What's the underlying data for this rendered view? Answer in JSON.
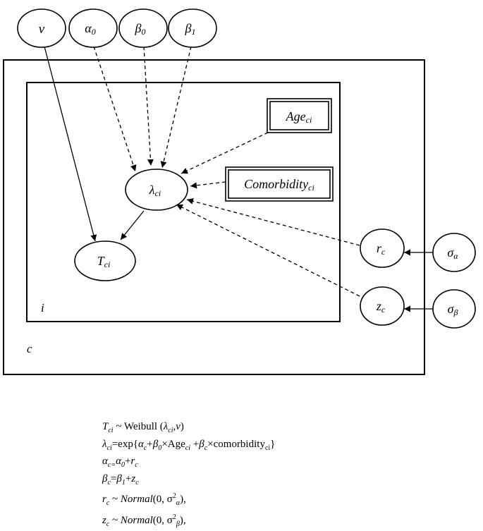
{
  "nodes": {
    "nu": "ν",
    "alpha0": "α",
    "alpha0_sub": "0",
    "beta0": "β",
    "beta0_sub": "0",
    "beta1": "β",
    "beta1_sub": "1",
    "lambda": "λ",
    "lambda_sub": "ci",
    "T": "T",
    "T_sub": "ci",
    "age": "Age",
    "age_sub": "ci",
    "comorbidity": "Comorbidity",
    "comorbidity_sub": "ci",
    "r": "r",
    "r_sub": "c",
    "z": "z",
    "z_sub": "c",
    "sigma_alpha": "σ",
    "sigma_alpha_sub": "α",
    "sigma_beta": "σ",
    "sigma_beta_sub": "β"
  },
  "plates": {
    "inner": "i",
    "outer": "c"
  },
  "equations": {
    "eq1": {
      "a": "T",
      "a_sub": "ci",
      "b": " ~ Weibull (",
      "c": "λ",
      "c_sub": "ci",
      "d": ",",
      "e": "v",
      "f": ")"
    },
    "eq2": {
      "a": "λ",
      "a_sub": "ci",
      "b": "=exp{",
      "c": "α",
      "c_sub": "c",
      "d": "+",
      "e": "β",
      "e_sub": "0",
      "f": "×Age",
      "f_sub": "ci",
      "g": " +",
      "h": "β",
      "h_sub": "c",
      "i": "×comorbidity",
      "i_sub": "ci",
      "j": "}"
    },
    "eq3": {
      "a": "α",
      "a_sub": "c=",
      "b": "α",
      "b_sub": "0",
      "c": "+",
      "d": "r",
      "d_sub": "c"
    },
    "eq4": {
      "a": "β",
      "a_sub": "c",
      "b": "=",
      "c": "β",
      "c_sub": "1",
      "d": "+",
      "e": "z",
      "e_sub": "c"
    },
    "eq5": {
      "a": "r",
      "a_sub": "c",
      "b": " ~ ",
      "c": "Normal",
      "d": "(0, σ",
      "d_sup": "2",
      "d_sub": "α",
      "e": "),"
    },
    "eq6": {
      "a": "z",
      "a_sub": "c",
      "b": " ~ ",
      "c": "Normal",
      "d": "(0, σ",
      "d_sup": "2",
      "d_sub": "β",
      "e": "),"
    }
  }
}
